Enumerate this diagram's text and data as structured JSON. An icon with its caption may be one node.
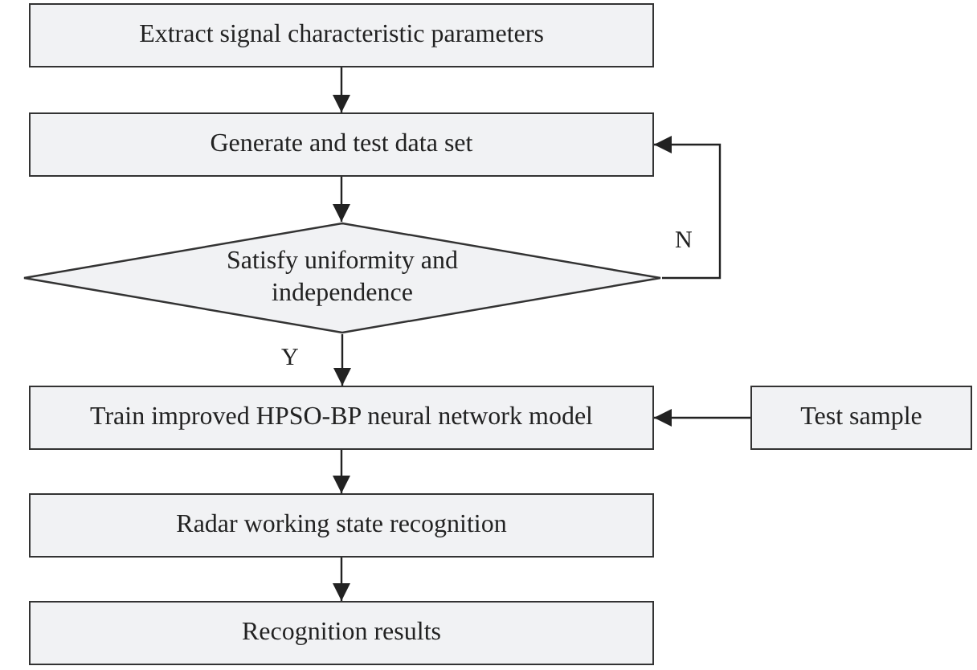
{
  "diagram": {
    "nodes": [
      {
        "text": [
          "Extract signal characteristic parameters"
        ]
      },
      {
        "text": [
          "Generate and test data set"
        ]
      },
      {
        "text": [
          "Satisfy uniformity and independence"
        ]
      },
      {
        "text": [
          "Train improved HPSO-BP neural network model"
        ]
      },
      {
        "text": [
          "Test sample"
        ]
      },
      {
        "text": [
          "Radar working state recognition"
        ]
      },
      {
        "text": [
          "Recognition results"
        ]
      }
    ],
    "edges": [
      {
        "from": 0,
        "to": 1,
        "arrow": "to"
      },
      {
        "from": 1,
        "to": 2,
        "arrow": "to"
      },
      {
        "from": 2,
        "to": 1,
        "arrow": "to",
        "label": "N"
      },
      {
        "from": 2,
        "to": 3,
        "arrow": "to",
        "label": "Y"
      },
      {
        "from": 4,
        "to": 3,
        "arrow": "to"
      },
      {
        "from": 3,
        "to": 5,
        "arrow": "to"
      },
      {
        "from": 5,
        "to": 6,
        "arrow": "to"
      }
    ]
  }
}
